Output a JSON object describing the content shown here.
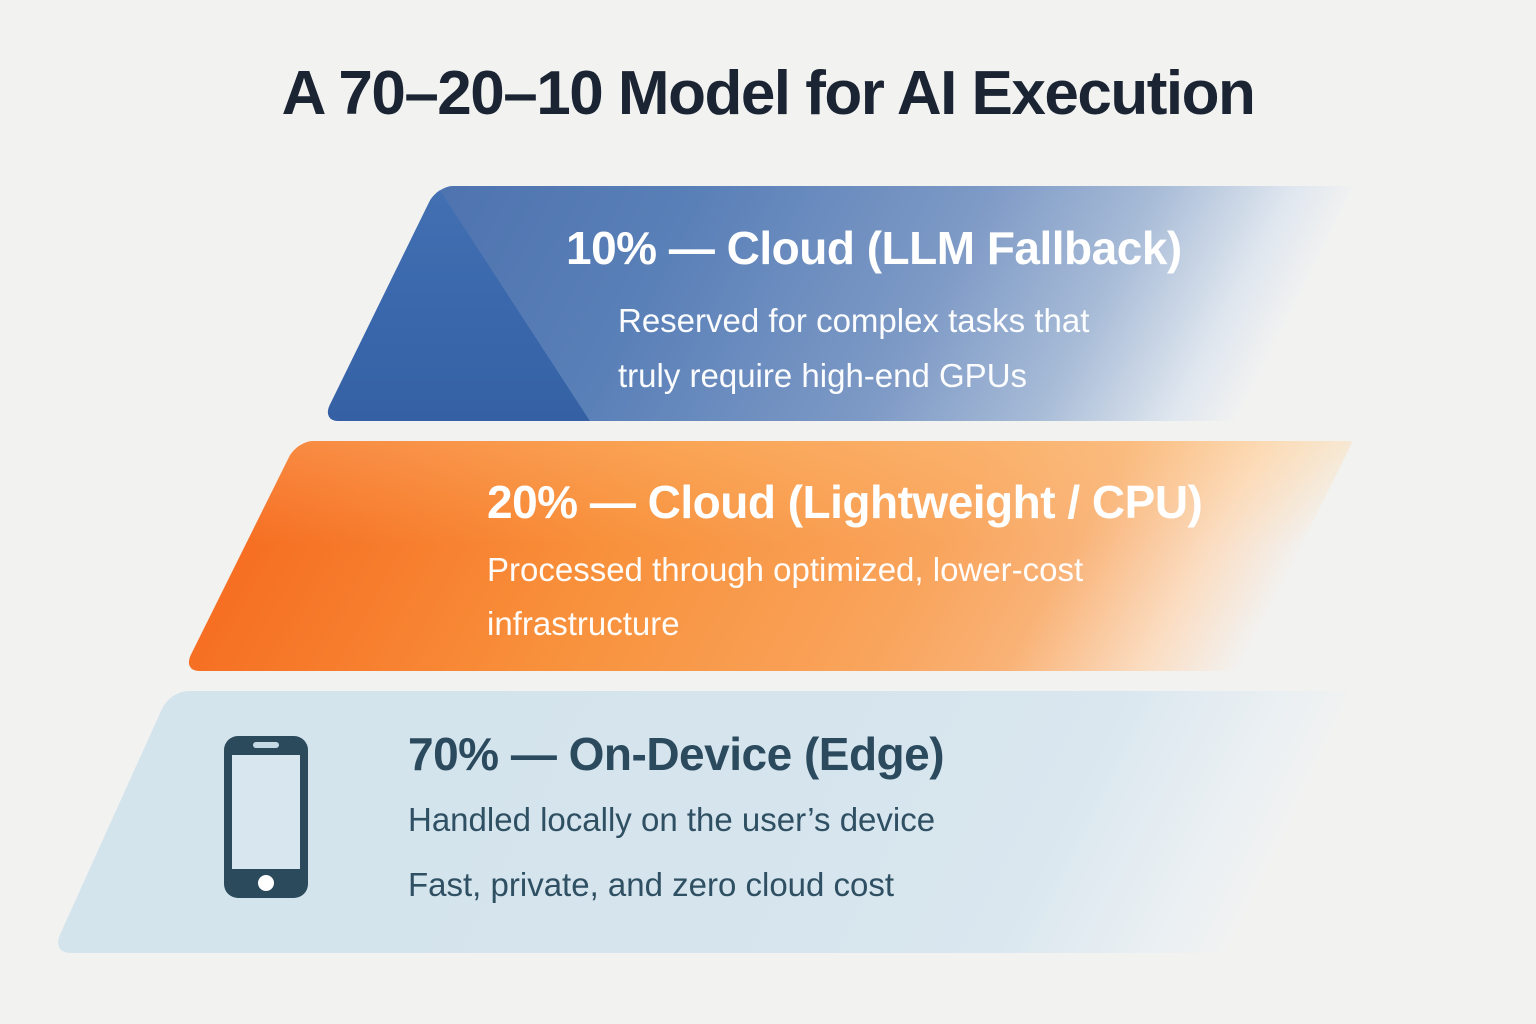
{
  "page": {
    "title": "A 70–20–10 Model for AI Execution"
  },
  "tiers": [
    {
      "id": "cloud-llm-fallback",
      "heading": "10% — Cloud (LLM Fallback)",
      "description_lines": [
        "Reserved for complex tasks that",
        "truly require high-end GPUs"
      ]
    },
    {
      "id": "cloud-lightweight-cpu",
      "heading": "20% — Cloud (Lightweight / CPU)",
      "description_lines": [
        "Processed through optimized, lower-cost",
        "infrastructure"
      ]
    },
    {
      "id": "on-device-edge",
      "heading": "70% — On-Device (Edge)",
      "description_lines": [
        "Handled locally on the user’s device",
        "Fast, private, and zero cloud cost"
      ],
      "icon": "smartphone-icon"
    }
  ],
  "palette": {
    "background": "#F2F2F1",
    "title_text": "#1B2433",
    "tier1_apex_blue": "#3A67AC",
    "tier1_body_blue": "#5A80B8",
    "tier2_deep_orange": "#F66E22",
    "tier2_light_orange": "#F8913C",
    "tier3_light_blue": "#D5E4ED",
    "tier3_text_teal": "#2B4A5E",
    "tier_text_light": "#FFFFFF"
  }
}
